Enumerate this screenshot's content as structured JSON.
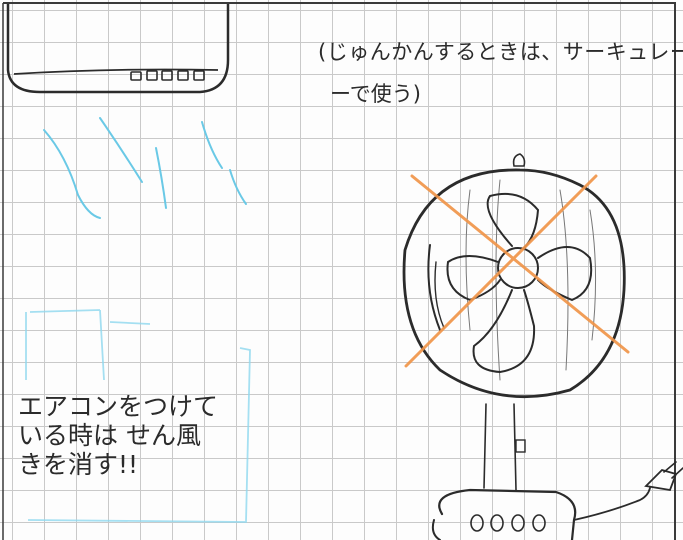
{
  "notes": {
    "thermostat_line1": "(じゅんかんするときは、サーキュレータ",
    "thermostat_line2": "ーで使う)",
    "fan_off_lines": [
      "エアコンをつけて",
      "いる時は せん風",
      "きを消す!!"
    ]
  },
  "ac_unit": {
    "buttons": 5
  },
  "fan_base": {
    "buttons": 4
  },
  "colors": {
    "pencil": "#2b2b2b",
    "cross": "#f0954a",
    "airflow": "#6ac9e6"
  }
}
